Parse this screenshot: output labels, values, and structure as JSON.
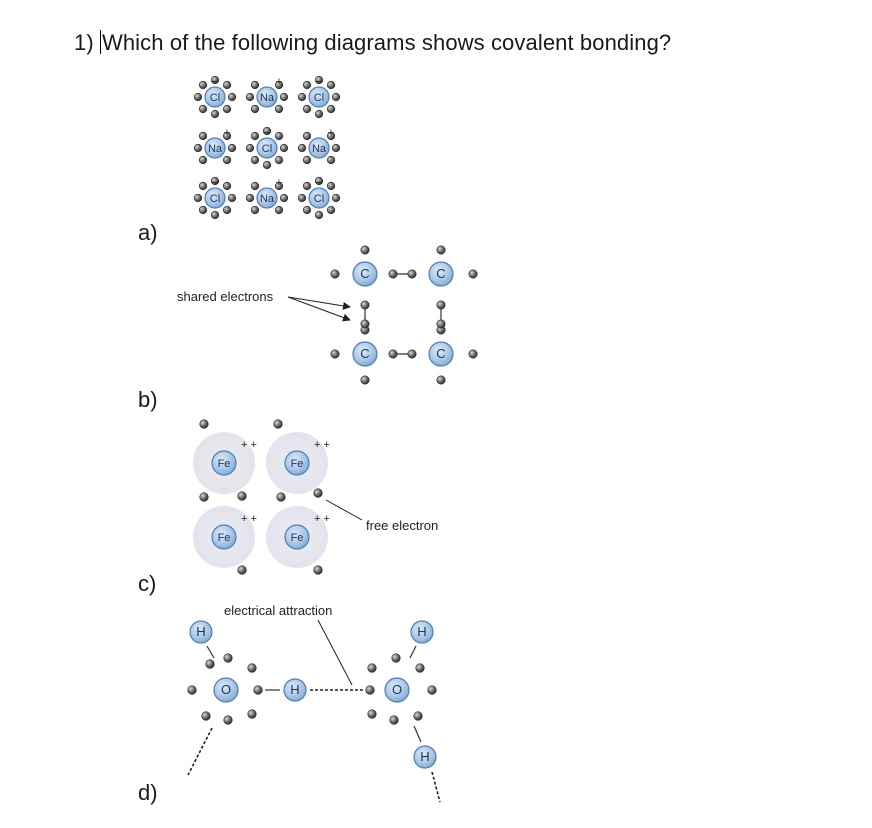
{
  "question": {
    "number": "1)",
    "text": "Which of the following diagrams shows covalent bonding?"
  },
  "options": [
    {
      "label": "a)"
    },
    {
      "label": "b)"
    },
    {
      "label": "c)"
    },
    {
      "label": "d)"
    }
  ],
  "diagram_a": {
    "ions": [
      [
        "Cl",
        "Na",
        "Cl"
      ],
      [
        "Na",
        "Cl",
        "Na"
      ],
      [
        "Cl",
        "Na",
        "Cl"
      ]
    ],
    "plus": "+",
    "minus": "−"
  },
  "diagram_b": {
    "atom": "C",
    "annotation": "shared electrons"
  },
  "diagram_c": {
    "atom": "Fe",
    "charge": "+ +",
    "annotation": "free electron"
  },
  "diagram_d": {
    "hydrogen": "H",
    "oxygen": "O",
    "annotation": "electrical attraction"
  },
  "colors": {
    "atom_fill": "#a9c7e8",
    "atom_stroke": "#4f7fb5",
    "electron": "#5a5a5a",
    "halo": "#e6e6ee"
  }
}
